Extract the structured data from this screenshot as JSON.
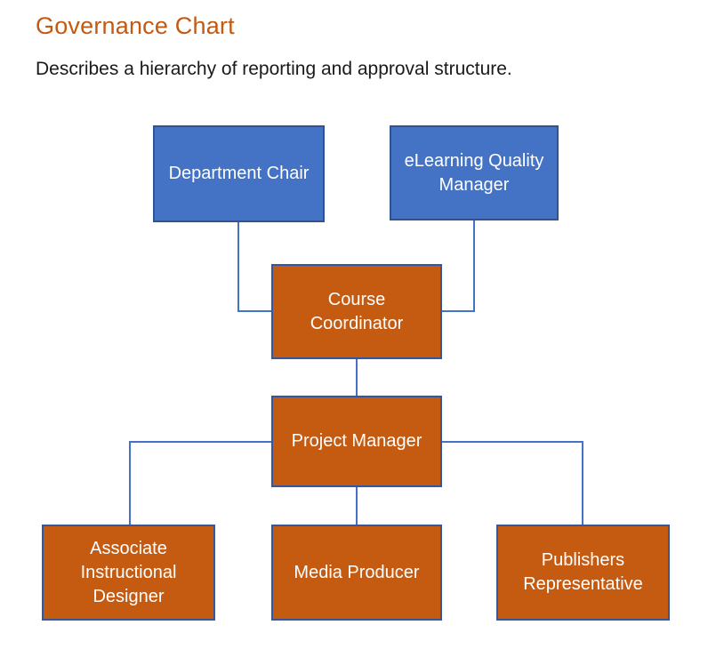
{
  "page": {
    "title": "Governance Chart",
    "subtitle": "Describes a hierarchy of reporting and approval structure."
  },
  "colors": {
    "title_text": "#C45911",
    "body_text": "#1A1A1A",
    "node_text": "#FFFFFF",
    "blue_fill": "#4472C4",
    "blue_border": "#2F5496",
    "orange_fill": "#C55A11",
    "orange_border": "#35589C",
    "connector": "#4472C4"
  },
  "chart_data": {
    "type": "org-hierarchy",
    "title": "Governance Chart",
    "nodes": {
      "department_chair": {
        "label": "Department Chair",
        "level": 1,
        "style": "blue"
      },
      "elearning_quality_manager": {
        "label": "eLearning Quality Manager",
        "level": 1,
        "style": "blue"
      },
      "course_coordinator": {
        "label": "Course Coordinator",
        "level": 2,
        "style": "orange"
      },
      "project_manager": {
        "label": "Project Manager",
        "level": 3,
        "style": "orange"
      },
      "associate_instructional_designer": {
        "label": "Associate Instructional Designer",
        "level": 4,
        "style": "orange"
      },
      "media_producer": {
        "label": "Media Producer",
        "level": 4,
        "style": "orange"
      },
      "publishers_representative": {
        "label": "Publishers Representative",
        "level": 4,
        "style": "orange"
      }
    },
    "edges": [
      {
        "from": "department_chair",
        "to": "course_coordinator"
      },
      {
        "from": "elearning_quality_manager",
        "to": "course_coordinator"
      },
      {
        "from": "course_coordinator",
        "to": "project_manager"
      },
      {
        "from": "project_manager",
        "to": "associate_instructional_designer"
      },
      {
        "from": "project_manager",
        "to": "media_producer"
      },
      {
        "from": "project_manager",
        "to": "publishers_representative"
      }
    ]
  }
}
